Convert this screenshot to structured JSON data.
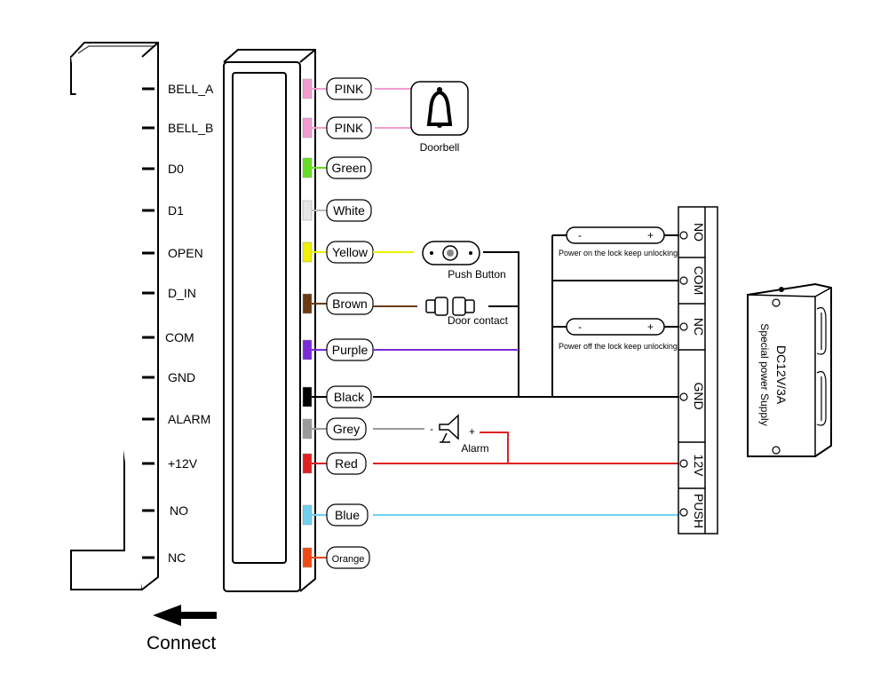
{
  "reader_pins": [
    "BELL_A",
    "BELL_B",
    "D0",
    "D1",
    "OPEN",
    "D_IN",
    "COM",
    "GND",
    "ALARM",
    "+12V",
    "NO",
    "NC"
  ],
  "wires": [
    {
      "label": "PINK",
      "color": "#f29bd0"
    },
    {
      "label": "PINK",
      "color": "#f29bd0"
    },
    {
      "label": "Green",
      "color": "#66dd22"
    },
    {
      "label": "White",
      "color": "#e6e6e6"
    },
    {
      "label": "Yellow",
      "color": "#f0f000"
    },
    {
      "label": "Brown",
      "color": "#6b3a12"
    },
    {
      "label": "Purple",
      "color": "#7a2bd8"
    },
    {
      "label": "Black",
      "color": "#000000"
    },
    {
      "label": "Grey",
      "color": "#9a9a9a"
    },
    {
      "label": "Red",
      "color": "#e02020"
    },
    {
      "label": "Blue",
      "color": "#6fd0ee"
    },
    {
      "label": "Orange",
      "color": "#ef4a16"
    }
  ],
  "components": {
    "doorbell": "Doorbell",
    "push_button": "Push Button",
    "door_contact": "Door contact",
    "alarm": "Alarm",
    "alarm_minus": "-",
    "alarm_plus": "+",
    "lock_minus": "-",
    "lock_plus": "+",
    "lock_no_caption": "Power on the lock keep unlocking",
    "lock_nc_caption": "Power off the lock keep unlocking"
  },
  "terminals": [
    "NO",
    "COM",
    "NC",
    "GND",
    "12V",
    "PUSH"
  ],
  "power_supply": {
    "line1": "DC12V/3A",
    "line2": "Special power Supply"
  },
  "connect_label": "Connect"
}
